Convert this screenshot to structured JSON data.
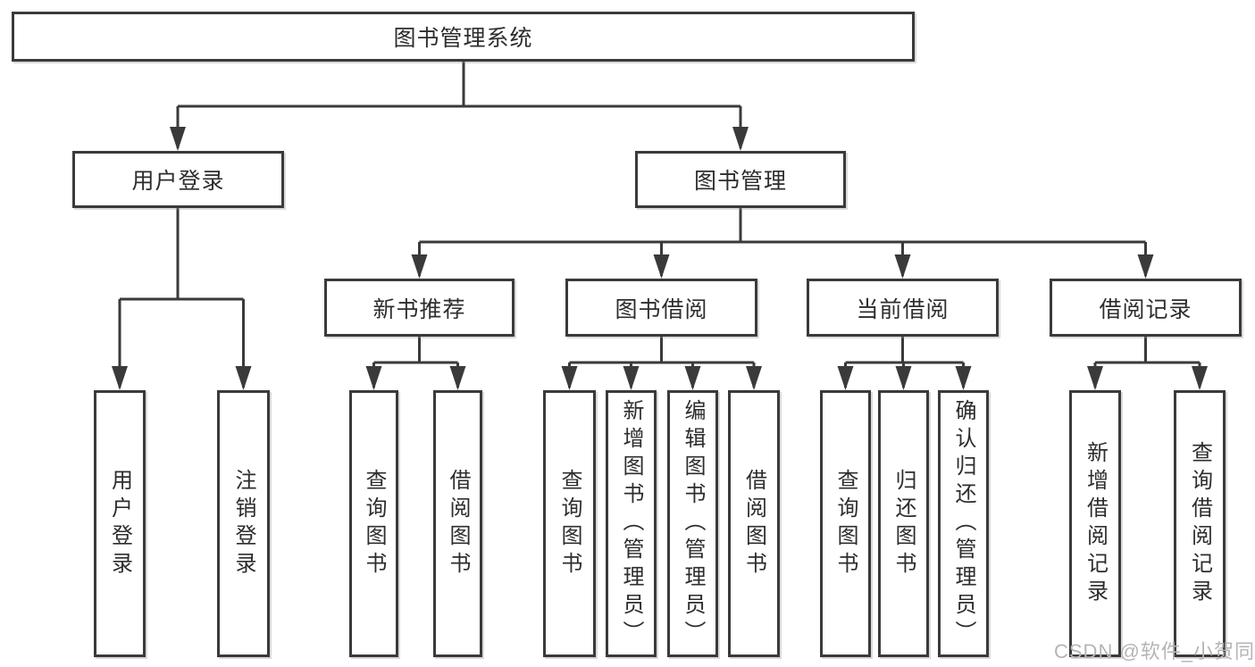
{
  "colors": {
    "line": "#3a3a3a",
    "text": "#2d2d2d",
    "box_bg": "#ffffff",
    "background": "#ffffff",
    "watermark": "#b5b5b8"
  },
  "root": {
    "label": "图书管理系统"
  },
  "level1": [
    {
      "label": "用户登录"
    },
    {
      "label": "图书管理"
    }
  ],
  "level2": [
    {
      "label": "新书推荐"
    },
    {
      "label": "图书借阅"
    },
    {
      "label": "当前借阅"
    },
    {
      "label": "借阅记录"
    }
  ],
  "leaves": {
    "user_login": [
      "用户登录",
      "注销登录"
    ],
    "new_book": [
      "查询图书",
      "借阅图书"
    ],
    "borrow": [
      "查询图书",
      "新增图书（管理员）",
      "编辑图书（管理员）",
      "借阅图书"
    ],
    "current": [
      "查询图书",
      "归还图书",
      "确认归还（管理员）"
    ],
    "records": [
      "新增借阅记录",
      "查询借阅记录"
    ]
  },
  "watermark": {
    "text": "CSDN @软件_小贺同学"
  }
}
